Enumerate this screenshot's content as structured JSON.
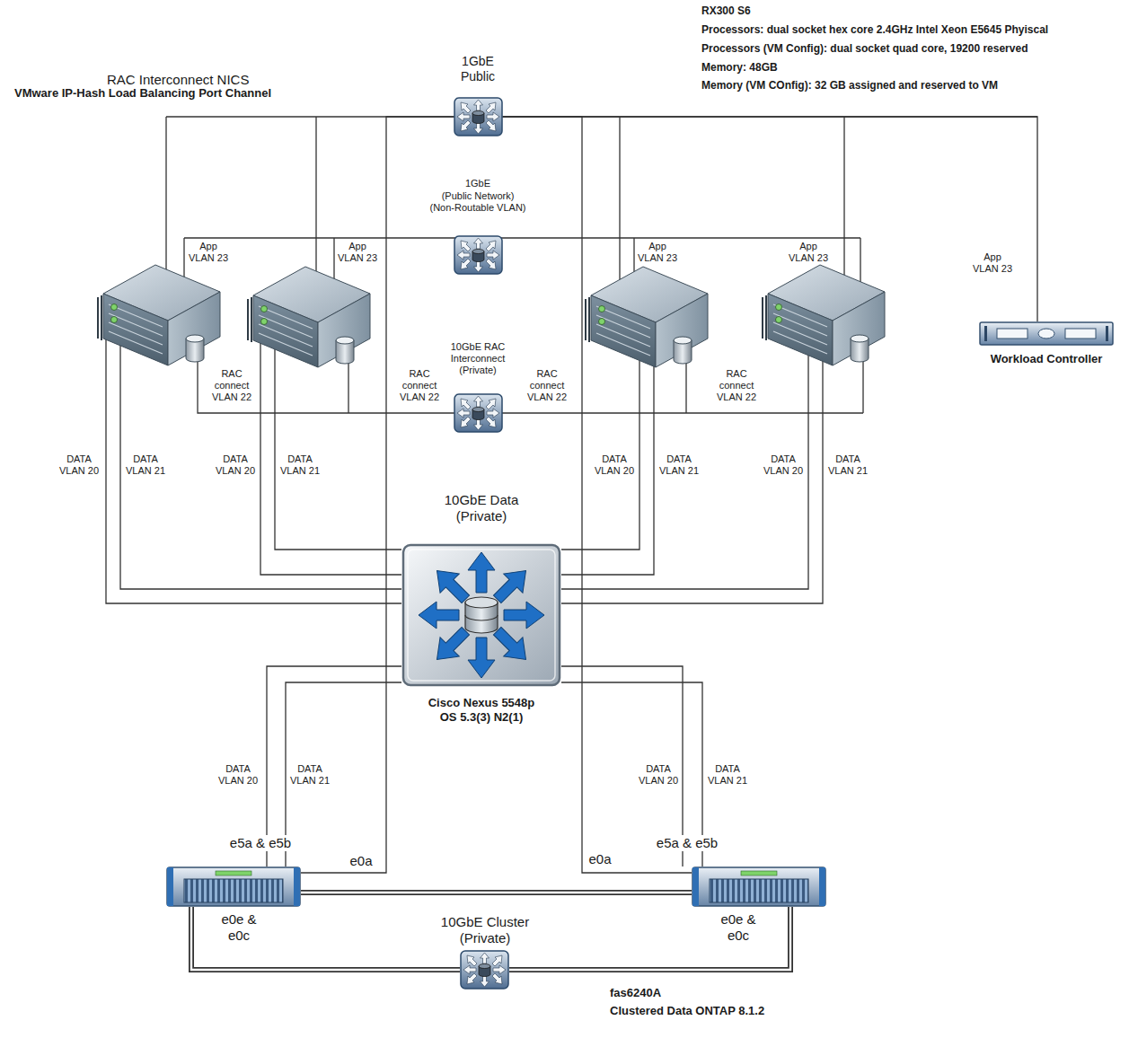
{
  "diagram": {
    "nodes": [
      {
        "text": [
          "1GbE Public"
        ]
      },
      {
        "text": [
          "1GbE",
          "(Public Network) (Non-Routable VLAN)"
        ]
      },
      {
        "text": [
          "Workload Controller"
        ]
      },
      {
        "text": [
          "10GbE RAC Interconnect (Private)"
        ]
      },
      {
        "text": [
          "10GbE Data (Private)",
          "Cisco Nexus 5548p OS 5.3(3) N2(1)"
        ]
      },
      {
        "text": [
          "e5a & e5b",
          "e0a",
          "e0e & e0c"
        ]
      },
      {
        "text": [
          "e5a & e5b",
          "e0a",
          "e0e & e0c"
        ]
      },
      {
        "text": [
          "10GbE Cluster (Private)"
        ]
      }
    ],
    "edges": [
      {
        "from": 0,
        "to": 2,
        "arrow": "none",
        "label": "App VLAN 23"
      },
      {
        "from": 5,
        "to": 4,
        "arrow": "none",
        "label": "DATA VLAN 20"
      },
      {
        "from": 5,
        "to": 4,
        "arrow": "none",
        "label": "DATA VLAN 21"
      },
      {
        "from": 6,
        "to": 4,
        "arrow": "none",
        "label": "DATA VLAN 20"
      },
      {
        "from": 6,
        "to": 4,
        "arrow": "none",
        "label": "DATA VLAN 21"
      },
      {
        "from": 5,
        "to": 0,
        "arrow": "none"
      },
      {
        "from": 6,
        "to": 0,
        "arrow": "none"
      },
      {
        "from": 5,
        "to": 6,
        "arrow": "none"
      },
      {
        "from": 5,
        "to": 7,
        "arrow": "none"
      },
      {
        "from": 6,
        "to": 7,
        "arrow": "none"
      }
    ],
    "labels": [
      "RAC Interconnect NICS",
      "VMware IP-Hash Load Balancing Port Channel",
      "RX300 S6",
      "Processors: dual socket hex core 2.4GHz Intel Xeon E5645 Phyiscal",
      "Processors (VM Config): dual socket quad core, 19200 reserved",
      "Memory: 48GB",
      "Memory (VM COnfig): 32 GB assigned and reserved to VM",
      "App VLAN 23",
      "App VLAN 23",
      "App VLAN 23",
      "App VLAN 23",
      "RAC connect VLAN 22",
      "RAC connect VLAN 22",
      "RAC connect VLAN 22",
      "RAC connect VLAN 22",
      "DATA VLAN 20",
      "DATA VLAN 21",
      "DATA VLAN 20",
      "DATA VLAN 21",
      "DATA VLAN 20",
      "DATA VLAN 21",
      "DATA VLAN 20",
      "DATA VLAN 21",
      "fas6240A",
      "Clustered Data ONTAP 8.1.2"
    ]
  }
}
